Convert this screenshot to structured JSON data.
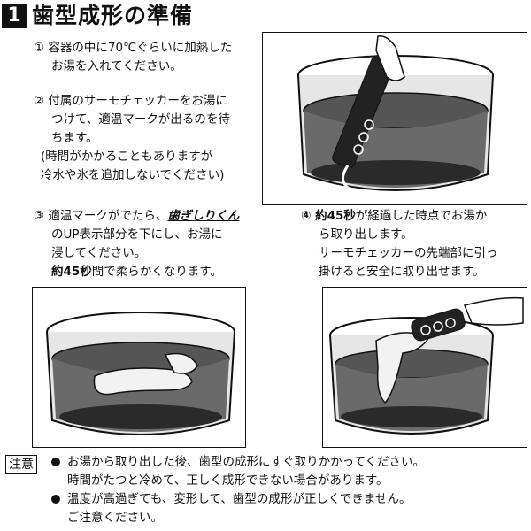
{
  "header": {
    "badge": "1",
    "title": "歯型成形の準備"
  },
  "steps": [
    {
      "lines": [
        "① 容器の中に70℃ぐらいに加熱した",
        "お湯を入れてください。"
      ]
    },
    {
      "lines": [
        "② 付属のサーモチェッカーをお湯に",
        "つけて、適温マークが出るのを待",
        "ちます。",
        "(時間がかかることもありますが",
        "冷水や氷を追加しないでください)"
      ]
    },
    {
      "prefix": "③ 適温マークがでたら、",
      "brand": "歯ぎしりくん",
      "lines": [
        "のUP表示部分を下にし、お湯に",
        "浸してください。"
      ],
      "last_a": "約45秒",
      "last_b": "間で柔らかくなります。"
    },
    {
      "first_a": "④ 約45秒",
      "first_b": "が経過した時点でお湯か",
      "lines": [
        "ら取り出します。",
        "サーモチェッカーの先端部に引っ",
        "掛けると安全に取り出せます。"
      ]
    }
  ],
  "notes": {
    "label": "注意",
    "items": [
      {
        "lines": [
          "お湯から取り出した後、歯型の成形にすぐ取りかかってください。",
          "時間がたつと冷めて、正しく成形できない場合があります。"
        ]
      },
      {
        "lines": [
          "温度が高過ぎても、変形して、歯型の成形が正しくできません。",
          "ご注意ください。"
        ]
      }
    ]
  }
}
